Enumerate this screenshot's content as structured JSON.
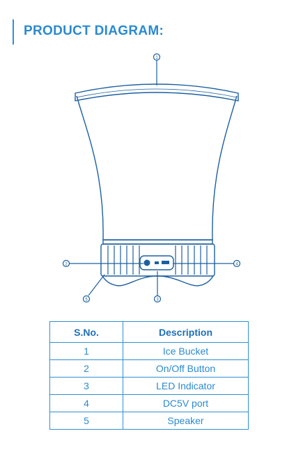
{
  "header": {
    "title": "PRODUCT DIAGRAM:"
  },
  "colors": {
    "accent": "#2a8ad0",
    "line": "#1d5fa0",
    "border": "#2f8fd0"
  },
  "callouts": [
    "1",
    "2",
    "3",
    "4",
    "5"
  ],
  "table": {
    "headers": [
      "S.No.",
      "Description"
    ],
    "rows": [
      [
        "1",
        "Ice Bucket"
      ],
      [
        "2",
        "On/Off Button"
      ],
      [
        "3",
        "LED Indicator"
      ],
      [
        "4",
        "DC5V port"
      ],
      [
        "5",
        "Speaker"
      ]
    ]
  }
}
